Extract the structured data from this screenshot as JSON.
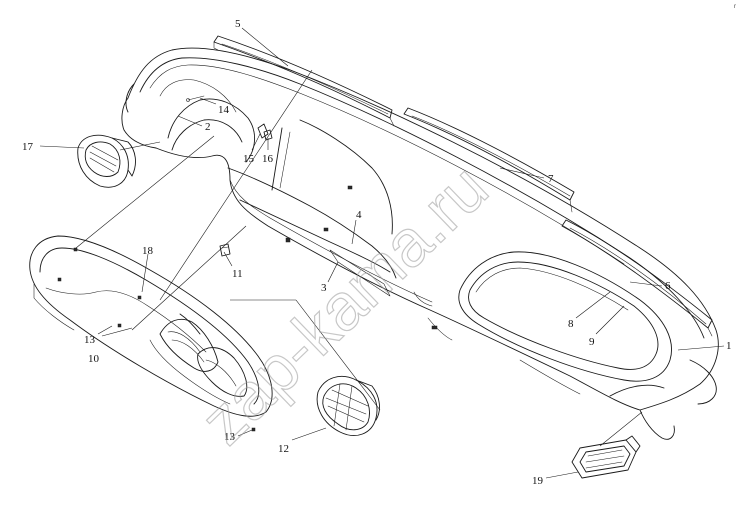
{
  "watermark": "zap-kama.ru",
  "corner_mark": "r",
  "colors": {
    "line": "#1a1a1a",
    "watermark": "#9a9a9a",
    "background": "#ffffff"
  },
  "parts": [
    {
      "id": "p1",
      "label": "1"
    },
    {
      "id": "p2",
      "label": "2"
    },
    {
      "id": "p3",
      "label": "3"
    },
    {
      "id": "p4",
      "label": "4"
    },
    {
      "id": "p5",
      "label": "5"
    },
    {
      "id": "p6",
      "label": "6"
    },
    {
      "id": "p7",
      "label": "7"
    },
    {
      "id": "p8",
      "label": "8"
    },
    {
      "id": "p9",
      "label": "9"
    },
    {
      "id": "p10",
      "label": "10"
    },
    {
      "id": "p11",
      "label": "11"
    },
    {
      "id": "p12",
      "label": "12"
    },
    {
      "id": "p13a",
      "label": "13"
    },
    {
      "id": "p13b",
      "label": "13"
    },
    {
      "id": "p14",
      "label": "14"
    },
    {
      "id": "p15",
      "label": "15"
    },
    {
      "id": "p16",
      "label": "16"
    },
    {
      "id": "p17",
      "label": "17"
    },
    {
      "id": "p18",
      "label": "18"
    },
    {
      "id": "p19",
      "label": "19"
    }
  ]
}
